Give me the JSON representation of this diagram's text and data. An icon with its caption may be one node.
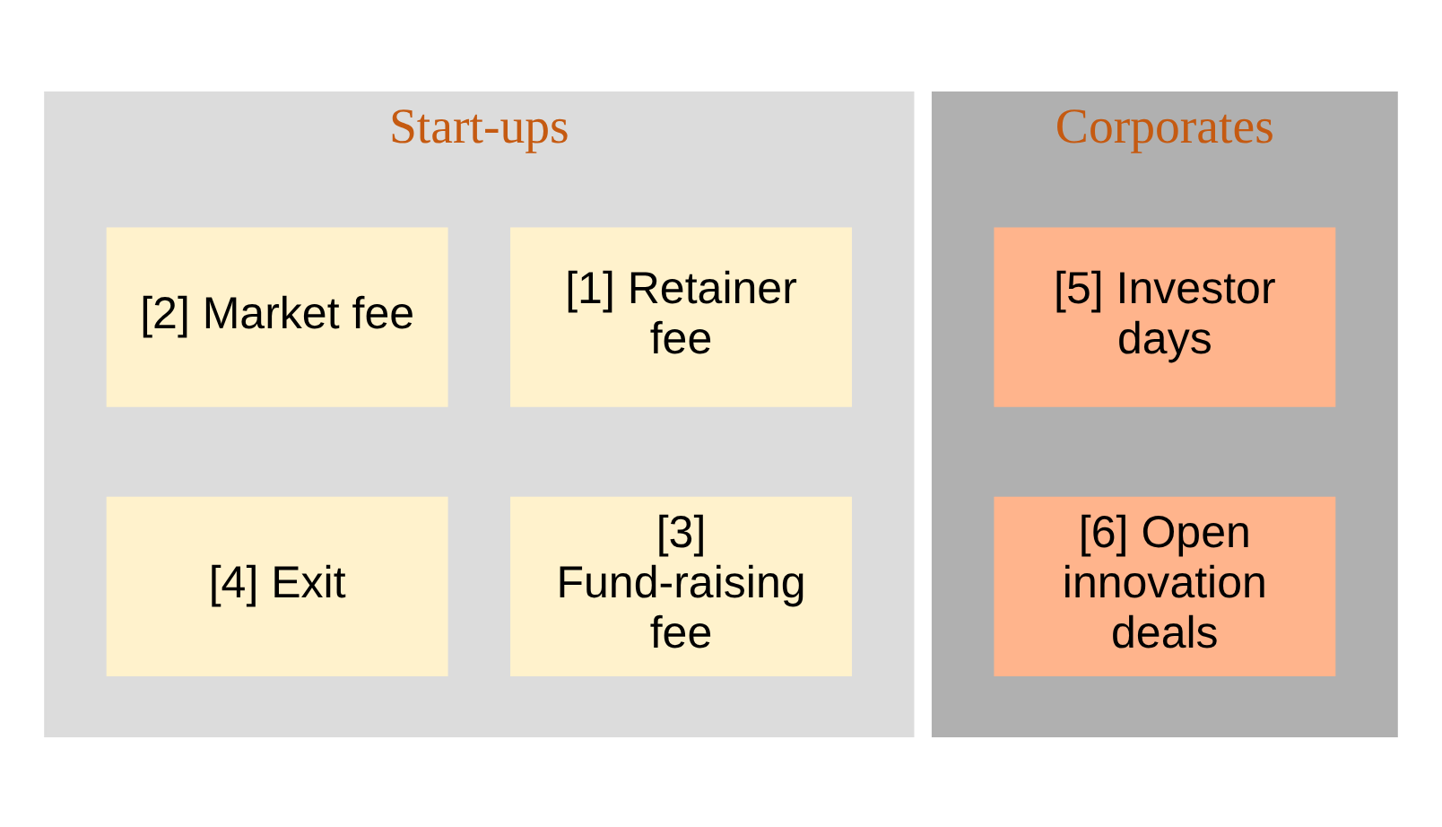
{
  "diagram": {
    "nodes": [
      {
        "text": [
          "Start-ups"
        ]
      },
      {
        "text": [
          "[1] Retainer fee"
        ],
        "in": 0
      },
      {
        "text": [
          "[2] Market fee"
        ],
        "in": 0
      },
      {
        "text": [
          "[3] Fund-raising fee"
        ],
        "in": 0
      },
      {
        "text": [
          "[4] Exit"
        ],
        "in": 0
      },
      {
        "text": [
          "Corporates"
        ]
      },
      {
        "text": [
          "[5] Investor days"
        ],
        "in": 5
      },
      {
        "text": [
          "[6] Open innovation deals"
        ],
        "in": 5
      }
    ]
  }
}
